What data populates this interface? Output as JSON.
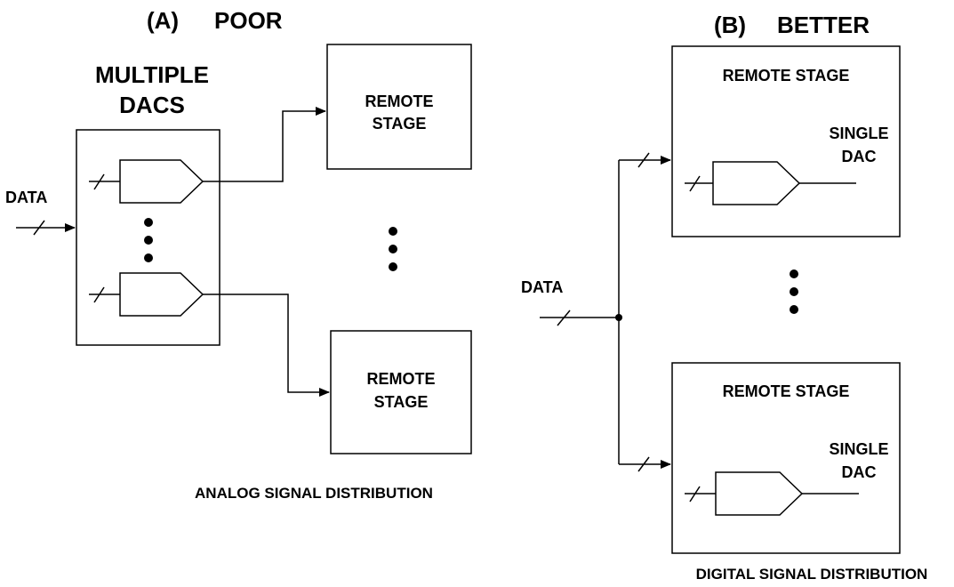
{
  "panel_a": {
    "title_letter": "(A)",
    "title_word": "POOR",
    "dac_group_label_line1": "MULTIPLE",
    "dac_group_label_line2": "DACS",
    "input_label": "DATA",
    "remote_stage_top": [
      "REMOTE",
      "STAGE"
    ],
    "remote_stage_bottom": [
      "REMOTE",
      "STAGE"
    ],
    "caption": "ANALOG SIGNAL DISTRIBUTION"
  },
  "panel_b": {
    "title_letter": "(B)",
    "title_word": "BETTER",
    "input_label": "DATA",
    "remote_stage_top": {
      "title": "REMOTE STAGE",
      "dac_label": [
        "SINGLE",
        "DAC"
      ]
    },
    "remote_stage_bottom": {
      "title": "REMOTE STAGE",
      "dac_label": [
        "SINGLE",
        "DAC"
      ]
    },
    "caption": "DIGITAL SIGNAL DISTRIBUTION"
  }
}
